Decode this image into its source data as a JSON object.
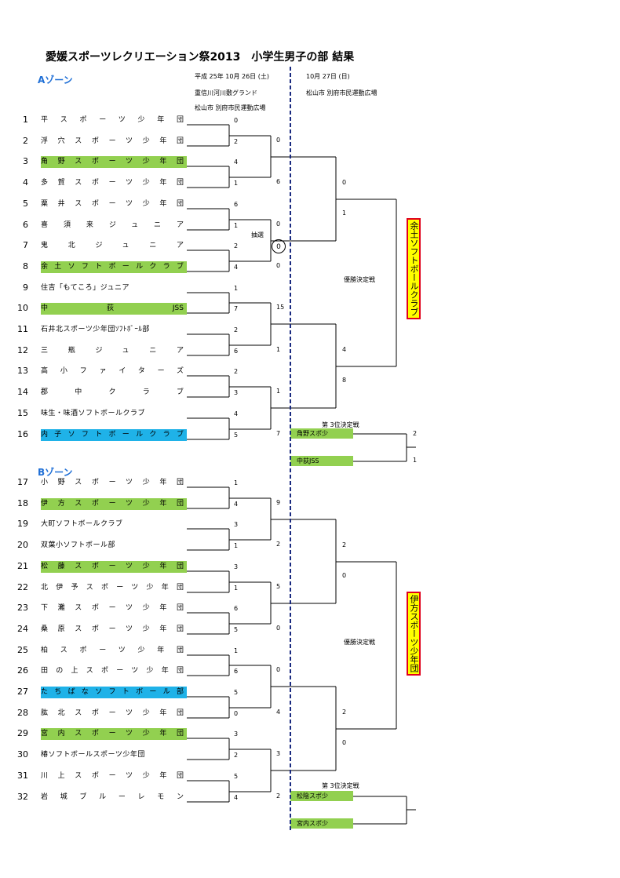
{
  "title": "愛媛スポーツレクリエーション祭2013　小学生男子の部 結果",
  "day1": {
    "date": "平成 25年 10月 26日 (土)",
    "venue1": "重信川河川敷グランド",
    "venue2": "松山市 別府市民運動広場"
  },
  "day2": {
    "date": "10月 27日 (日)",
    "venue": "松山市 別府市民運動広場"
  },
  "zoneA": {
    "label": "Aゾーン",
    "teams": [
      {
        "no": "1",
        "name": "平スポーツ少年団"
      },
      {
        "no": "2",
        "name": "浮穴スポーツ少年団"
      },
      {
        "no": "3",
        "name": "角野スポーツ少年団"
      },
      {
        "no": "4",
        "name": "多賀スポーツ少年団"
      },
      {
        "no": "5",
        "name": "粟井スポーツ少年団"
      },
      {
        "no": "6",
        "name": "喜須来ジュニア"
      },
      {
        "no": "7",
        "name": "鬼北ジュニア"
      },
      {
        "no": "8",
        "name": "余土ソフトボールクラブ"
      },
      {
        "no": "9",
        "name": "住吉「もてころ」ジュニア"
      },
      {
        "no": "10",
        "name": "中荻JSS"
      },
      {
        "no": "11",
        "name": "石井北スポーツ少年団ｿﾌﾄﾎﾞｰﾙ部"
      },
      {
        "no": "12",
        "name": "三瓶ジュニア"
      },
      {
        "no": "13",
        "name": "高小ファイターズ"
      },
      {
        "no": "14",
        "name": "郡中クラブ"
      },
      {
        "no": "15",
        "name": "味生・味酒ソフトボールクラブ"
      },
      {
        "no": "16",
        "name": "内子ソフトボールクラブ"
      }
    ],
    "r1_scores": [
      "0",
      "2",
      "4",
      "1",
      "6",
      "1",
      "2",
      "4",
      "1",
      "7",
      "2",
      "6",
      "2",
      "3",
      "4",
      "5"
    ],
    "r2_scores": [
      "0",
      "6",
      "0",
      "0",
      "15",
      "1",
      "1",
      "7"
    ],
    "lottery_label": "抽選",
    "lottery_mark": "0",
    "semi_scores": [
      "0",
      "1",
      "4",
      "8"
    ],
    "final_label": "優勝決定戦",
    "champion": "余土ソフトボールクラブ",
    "third_label": "第 3位決定戦",
    "third_teams": [
      "角野スポ少",
      "中荻JSS"
    ],
    "third_scores": [
      "2",
      "1"
    ]
  },
  "zoneB": {
    "label": "Bゾーン",
    "teams": [
      {
        "no": "17",
        "name": "小野スポーツ少年団"
      },
      {
        "no": "18",
        "name": "伊方スポーツ少年団"
      },
      {
        "no": "19",
        "name": "大町ソフトボールクラブ"
      },
      {
        "no": "20",
        "name": "双葉小ソフトボール部"
      },
      {
        "no": "21",
        "name": "松藤スポーツ少年団"
      },
      {
        "no": "22",
        "name": "北伊予スポーツ少年団"
      },
      {
        "no": "23",
        "name": "下灘スポーツ少年団"
      },
      {
        "no": "24",
        "name": "桑原スポーツ少年団"
      },
      {
        "no": "25",
        "name": "柏スポーツ少年団"
      },
      {
        "no": "26",
        "name": "田の上スポーツ少年団"
      },
      {
        "no": "27",
        "name": "たちばなソフトボール部"
      },
      {
        "no": "28",
        "name": "肱北スポーツ少年団"
      },
      {
        "no": "29",
        "name": "宮内スポーツ少年団"
      },
      {
        "no": "30",
        "name": "椿ソフトボールスポーツ少年団"
      },
      {
        "no": "31",
        "name": "川上スポーツ少年団"
      },
      {
        "no": "32",
        "name": "岩城ブルーレモン"
      }
    ],
    "r1_scores": [
      "1",
      "4",
      "3",
      "1",
      "3",
      "1",
      "6",
      "5",
      "1",
      "6",
      "5",
      "0",
      "3",
      "2",
      "5",
      "4"
    ],
    "r2_scores": [
      "9",
      "2",
      "5",
      "0",
      "0",
      "4",
      "3",
      "2"
    ],
    "semi_scores": [
      "2",
      "0",
      "2",
      "0"
    ],
    "final_label": "優勝決定戦",
    "champion": "伊方スポーツ少年団",
    "third_label": "第 3位決定戦",
    "third_teams": [
      "松陰スポ少",
      "宮内スポ少"
    ]
  },
  "colors": {
    "highlight_green": "#92d050",
    "highlight_blue": "#1fb2e8",
    "zone_label": "#1f6fd6",
    "champion_bg": "#ffff00",
    "champion_border": "#e0001b",
    "divider": "#1a2a80"
  }
}
